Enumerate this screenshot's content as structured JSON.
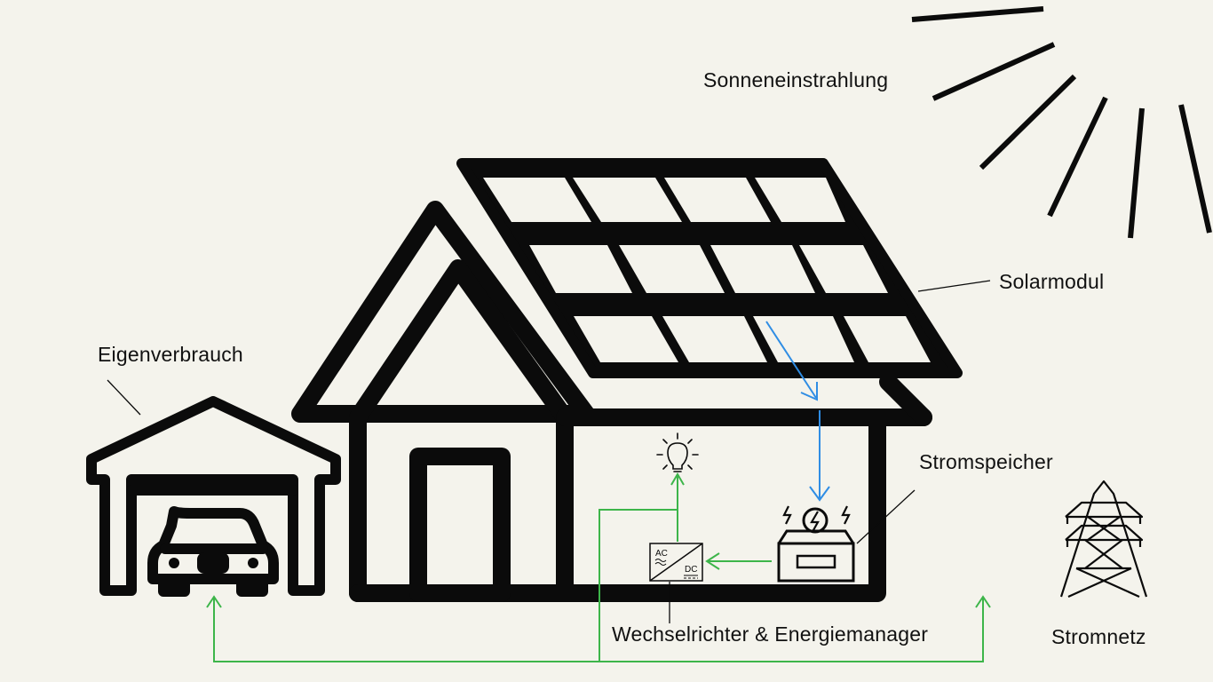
{
  "labels": {
    "sun": "Sonneneinstrahlung",
    "solar_module": "Solarmodul",
    "self_consumption": "Eigenverbrauch",
    "storage": "Stromspeicher",
    "inverter": "Wechselrichter & Energiemanager",
    "grid": "Stromnetz"
  },
  "inverter_marks": {
    "ac": "AC",
    "dc": "DC"
  },
  "colors": {
    "background": "#f4f3ec",
    "ink": "#0b0b0b",
    "solar_flow": "#2f8de4",
    "power_flow": "#3db54a"
  },
  "icons": [
    "sun-rays-icon",
    "solar-panel-icon",
    "house-icon",
    "garage-icon",
    "car-icon",
    "light-bulb-icon",
    "inverter-icon",
    "battery-storage-icon",
    "power-pylon-icon"
  ]
}
